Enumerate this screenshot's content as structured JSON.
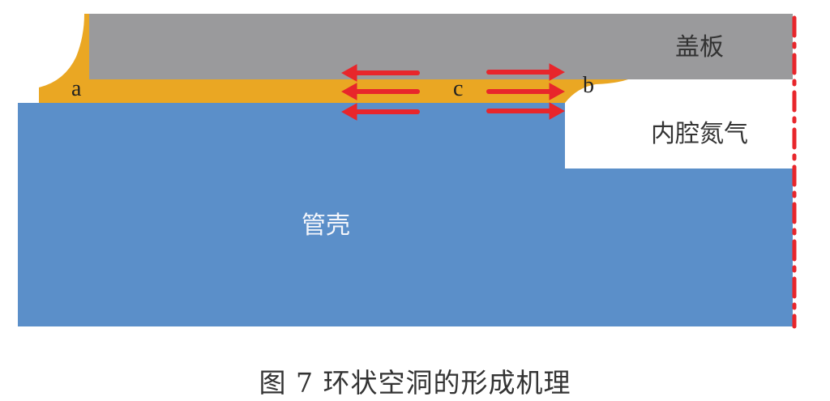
{
  "figure": {
    "caption": "图 7   环状空洞的形成机理",
    "regions": {
      "cover_plate": {
        "label": "盖板",
        "color": "#9a9a9c"
      },
      "solder_layer": {
        "color": "#eaa723"
      },
      "shell": {
        "label": "管壳",
        "color": "#5b8fc9"
      },
      "inner_cavity": {
        "label": "内腔氮气",
        "color": "#ffffff"
      }
    },
    "points": {
      "a": "a",
      "b": "b",
      "c": "c"
    },
    "arrows": {
      "color": "#e8262b",
      "left_group": {
        "direction": "left",
        "count": 3
      },
      "right_group": {
        "direction": "right",
        "count": 3
      }
    },
    "symmetry_line": {
      "style": "dash-dot",
      "color": "#e8262b"
    }
  }
}
